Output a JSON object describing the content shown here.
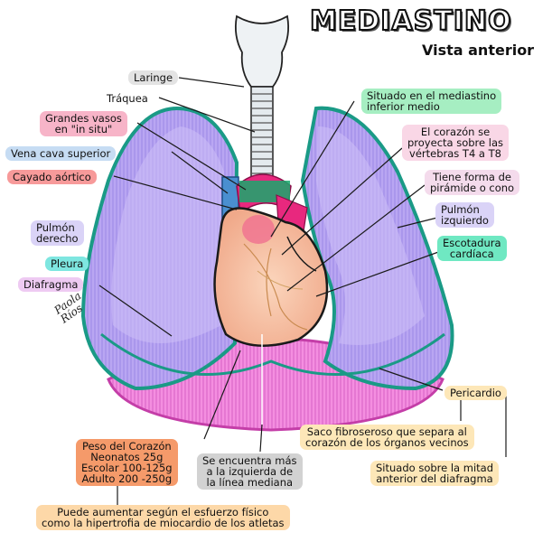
{
  "title": "MEDIASTINO",
  "subtitle": "Vista anterior",
  "signature": [
    "Paola",
    "Ríos"
  ],
  "colors": {
    "lung_fill": "#c8b8f6",
    "lung_edge": "#1a9a86",
    "diaphragm": "#f07ad8",
    "heart": "#f6c2a4",
    "trachea": "#e8eef2",
    "aorta": "#e8287e",
    "vena_cava": "#3b82c8",
    "green": "#16a870"
  },
  "labels_left": {
    "laringe": "Laringe",
    "traquea": "Tráquea",
    "grandes_vasos": [
      "Grandes vasos",
      "en \"in situ\""
    ],
    "vena_cava": "Vena cava superior",
    "cayado": "Cayado aórtico",
    "pulmon_derecho": [
      "Pulmón",
      "derecho"
    ],
    "pleura": "Pleura",
    "diafragma": "Diafragma"
  },
  "labels_right": {
    "mediastino_inferior": [
      "Situado en el mediastino",
      "inferior medio"
    ],
    "vertebras": [
      "El corazón se",
      "proyecta sobre las",
      "vértebras T4 a T8"
    ],
    "piramide": [
      "Tiene forma de",
      "pirámide o cono"
    ],
    "pulmon_izquierdo": [
      "Pulmón",
      "izquierdo"
    ],
    "escotadura": [
      "Escotadura",
      "cardíaca"
    ],
    "pericardio": "Pericardio",
    "saco": [
      "Saco fibroseroso que separa al",
      "corazón de los órganos vecinos"
    ],
    "situado_mitad": [
      "Situado sobre la mitad",
      "anterior del diafragma"
    ]
  },
  "labels_bottom": {
    "peso": [
      "Peso del Corazón",
      "Neonatos 25g",
      "Escolar 100-125g",
      "Adulto 200 -250g"
    ],
    "izquierda": [
      "Se encuentra más",
      "a la izquierda de",
      "la línea mediana"
    ],
    "esfuerzo": [
      "Puede aumentar según el esfuerzo físico",
      "como la hipertrofia de miocardio de los atletas"
    ]
  }
}
